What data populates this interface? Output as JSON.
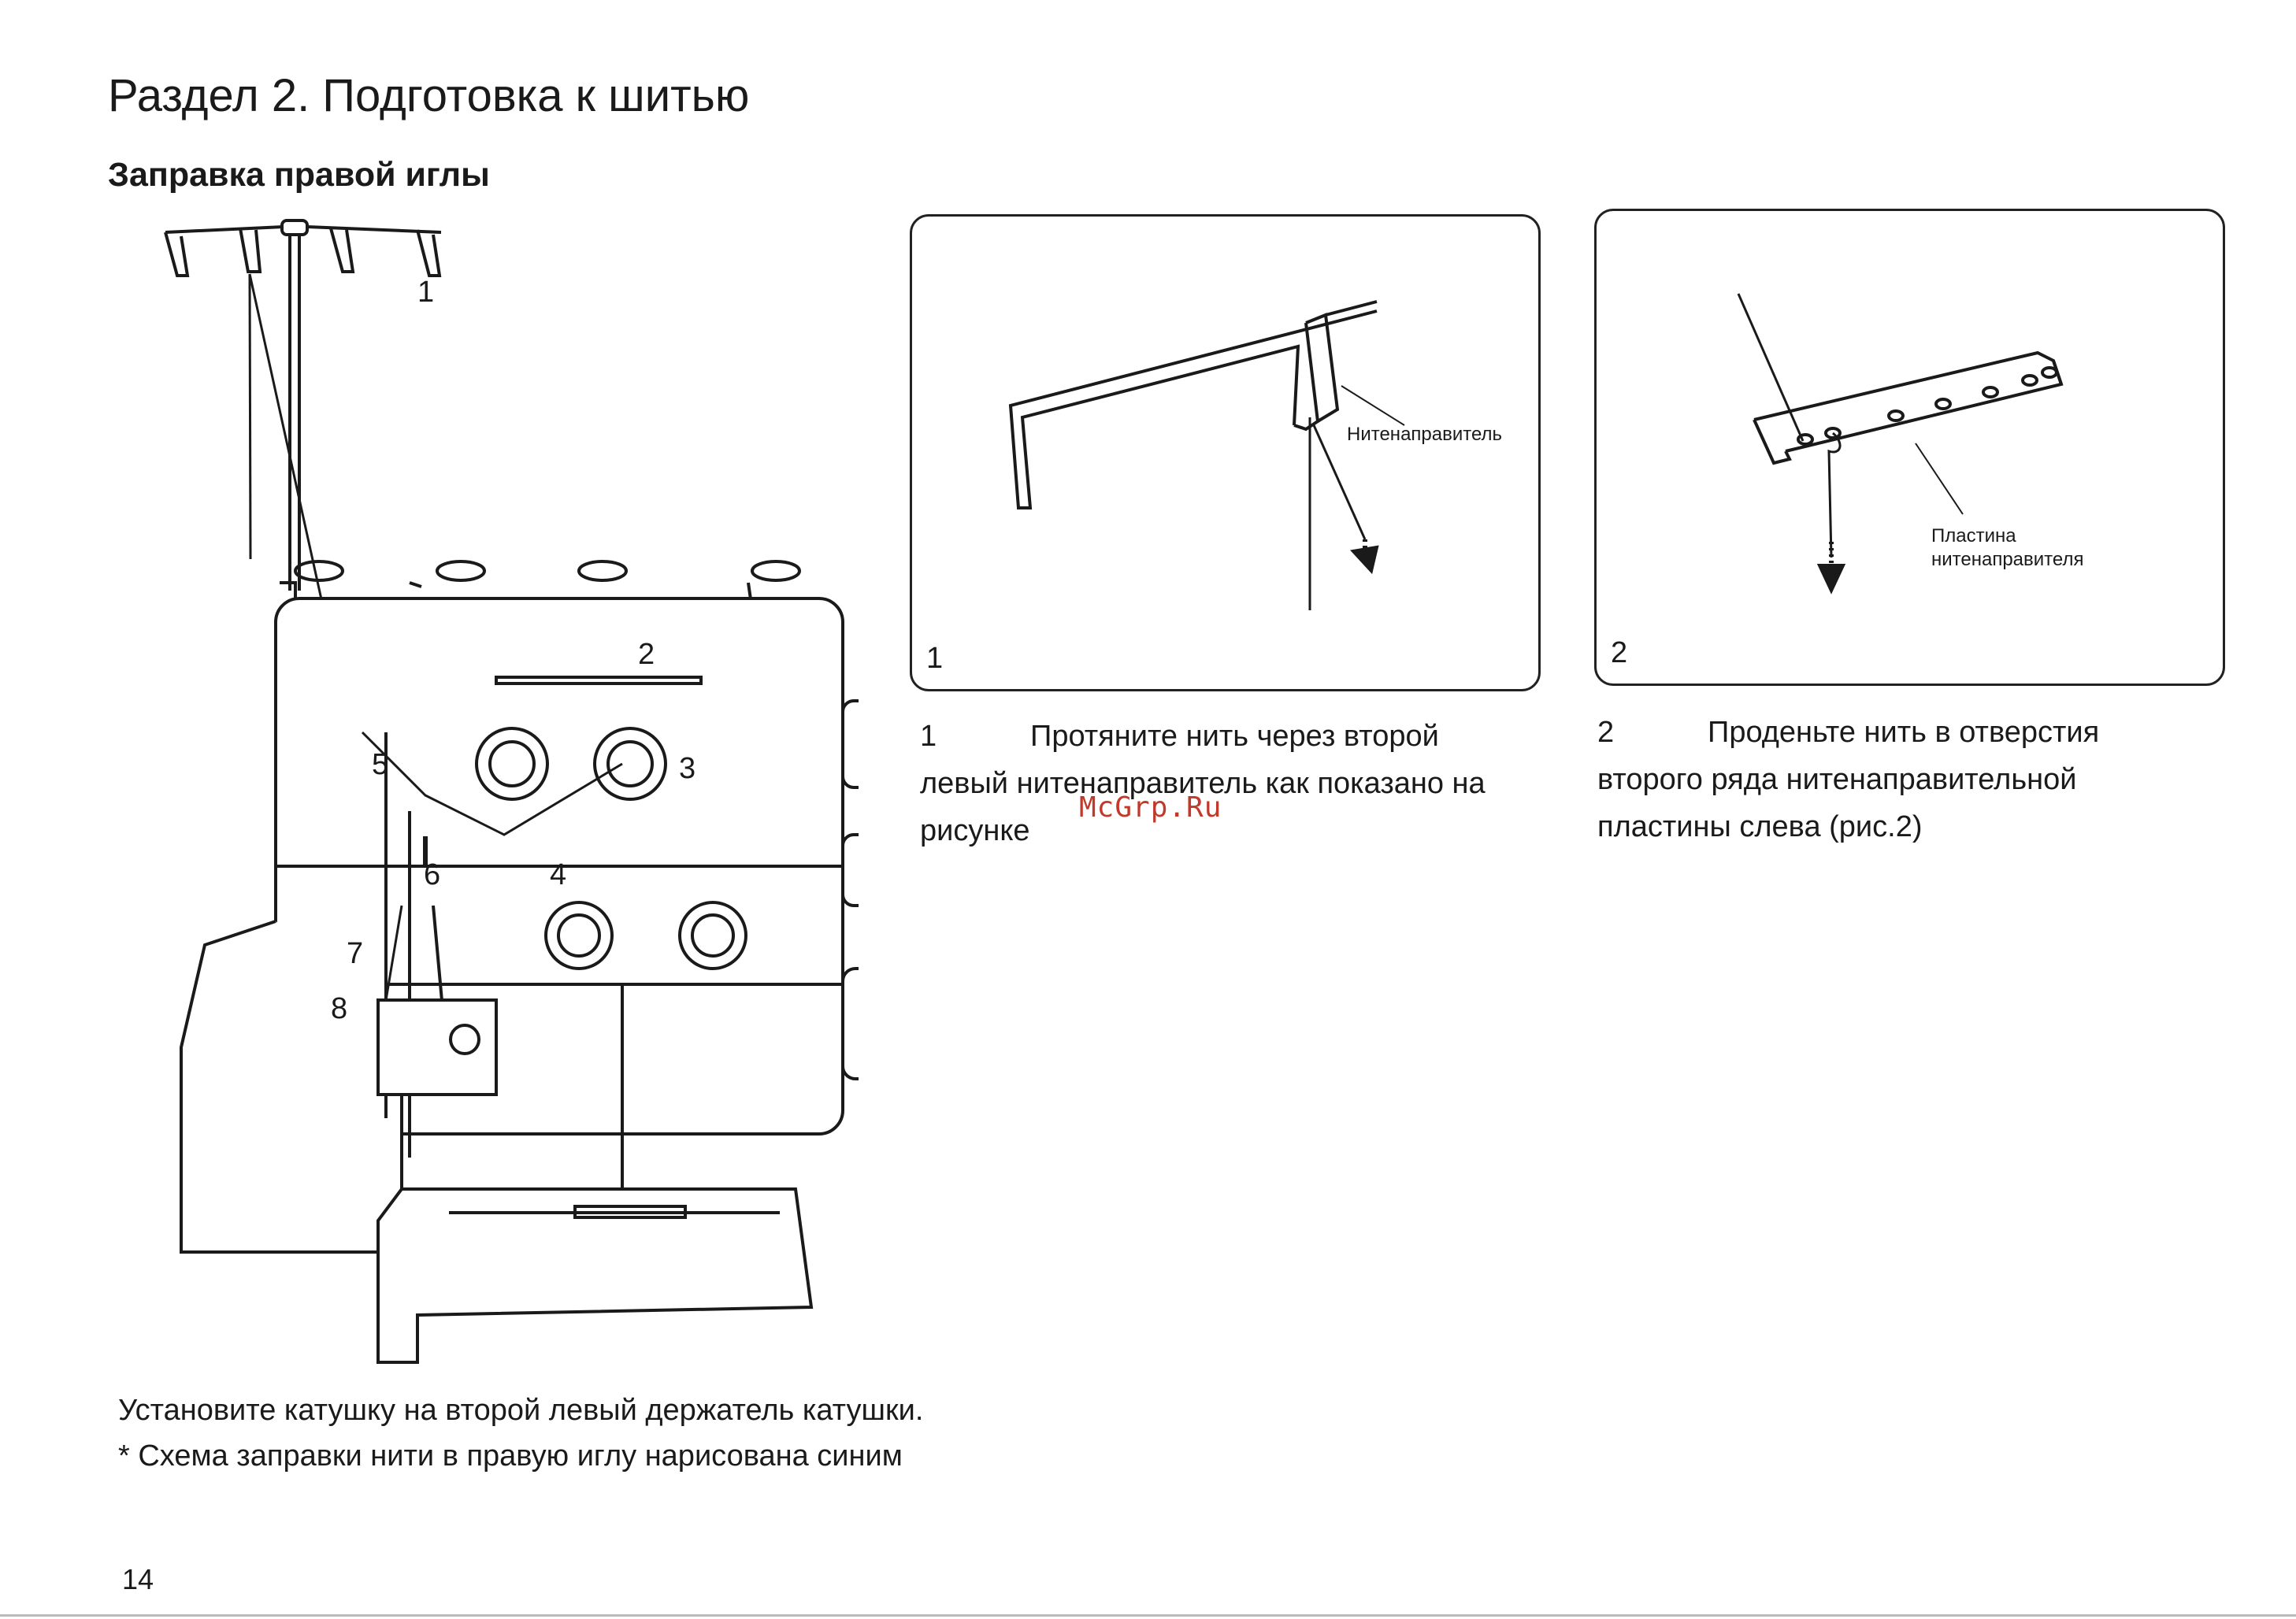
{
  "header": {
    "section_title": "Раздел 2. Подготовка к шитью",
    "subsection_title": "Заправка правой иглы"
  },
  "machine_figure": {
    "callouts": [
      "1",
      "2",
      "3",
      "4",
      "5",
      "6",
      "7",
      "8"
    ]
  },
  "panels": [
    {
      "number": "1",
      "label": "Нитенаправитель"
    },
    {
      "number": "2",
      "label_lines": [
        "Пластина",
        "нитенаправителя"
      ]
    }
  ],
  "steps": [
    {
      "number": "1",
      "text": "Протяните нить через второй левый нитенаправитель как показано на рисунке"
    },
    {
      "number": "2",
      "text": "Проденьте нить в отверстия второго ряда нитенаправительной пластины слева (рис.2)"
    }
  ],
  "watermark": "McGrp.Ru",
  "captions": [
    "Установите катушку на второй левый держатель катушки.",
    "* Схема заправки нити в правую иглу нарисована синим"
  ],
  "page_number": "14"
}
